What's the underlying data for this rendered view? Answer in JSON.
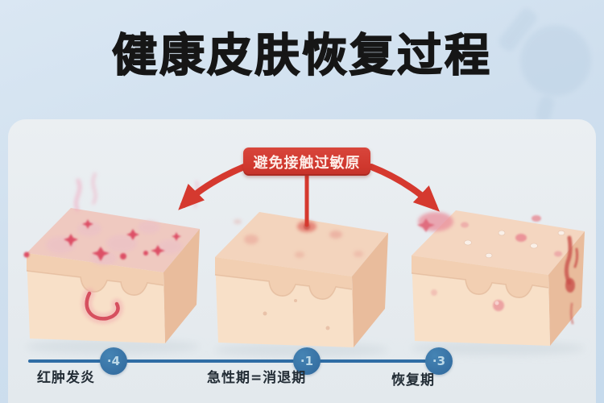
{
  "title": "健康皮肤恢复过程",
  "banner": {
    "label": "避免接触过敏原"
  },
  "stages": [
    {
      "label": "红肿发炎",
      "marker": "·4"
    },
    {
      "label": "急性期=消退期",
      "marker": "·1"
    },
    {
      "label": "恢复期",
      "marker": "·3"
    }
  ],
  "icons": {
    "left_block": "skin-cube-inflamed-icon",
    "middle_block": "skin-cube-acute-icon",
    "right_block": "skin-cube-recovering-icon",
    "watermark": "flask-watermark-icon",
    "arrows": "red-arrow-icon"
  },
  "colors": {
    "background_blue": "#cfdfee",
    "panel_grey": "#e9edf1",
    "title_text": "#161616",
    "banner_red": "#cf372d",
    "arrow_red": "#d5392f",
    "timeline_line_blue": "#2f6da5",
    "marker_circle_blue": "#3673a4",
    "marker_text_blue": "#bcd9e8",
    "label_text": "#232d36",
    "skin_front": "#f8e0c8",
    "skin_top": "#f3d4bd",
    "skin_side": "#e9bc9c",
    "epidermis_band": "#f2cfb2",
    "inflamed_spot_red": "#dd4f66"
  }
}
